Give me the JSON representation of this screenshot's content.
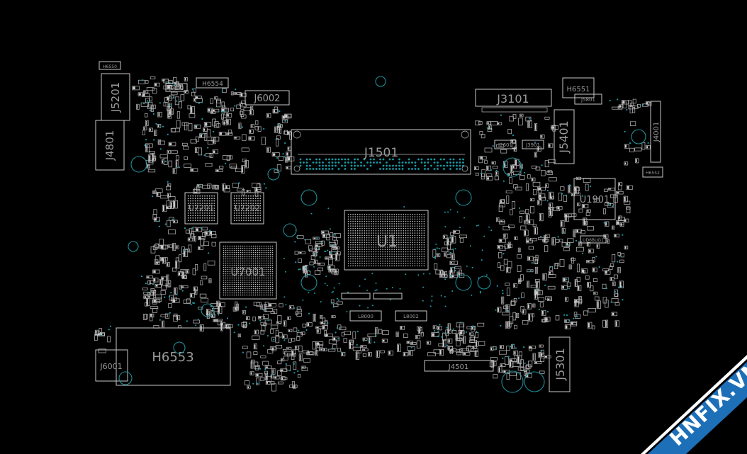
{
  "labels": {
    "j5201": "J5201",
    "j4801": "J4801",
    "j3102": "J3102",
    "h6554": "H6554",
    "j6002": "J6002",
    "h6550": "H6550",
    "j1501": "J1501",
    "j3101": "J3101",
    "h6551": "H6551",
    "j5401": "J5401",
    "j4001": "J4001",
    "h6552": "H6552",
    "j2601": "J2601",
    "j3901": "J3901",
    "u1901": "U1901",
    "u7201": "U7201",
    "u7202": "U7202",
    "u7001": "U7001",
    "u1": "U1",
    "h6553": "H6553",
    "j6001": "J6001",
    "j4501": "J4501",
    "j5301": "J5301",
    "l8000": "L8000",
    "l8002": "L8002",
    "j5801": "J5801",
    "ud6bug1": "UD6BUG1"
  },
  "watermark": {
    "text": "HNFIX.VN",
    "band_color": "#1d6fb8"
  },
  "colors": {
    "background": "#000000",
    "outline": "#c8c8c8",
    "via": "#1a9aa6",
    "label": "#9a9a9a"
  }
}
